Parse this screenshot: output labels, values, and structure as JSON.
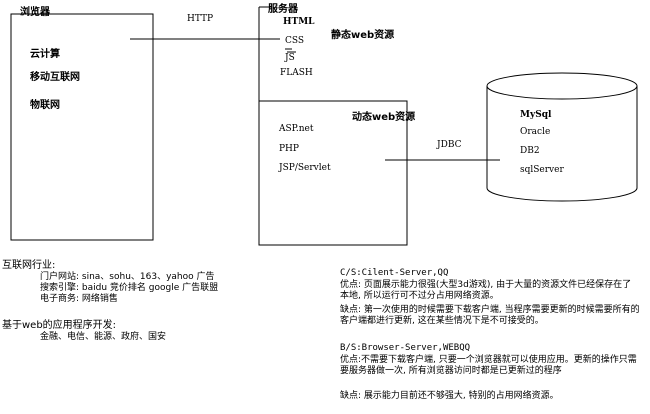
{
  "browser": {
    "title": "浏览器",
    "items": [
      "云计算",
      "移动互联网",
      "物联网"
    ]
  },
  "http_label": "HTTP",
  "server": {
    "title": "服务器",
    "static_items": [
      "HTML",
      "CSS",
      "JS",
      "FLASH"
    ],
    "static_label": "静态web资源",
    "dynamic_label": "动态web资源",
    "dynamic_items": [
      "ASP.net",
      "PHP",
      "JSP/Servlet"
    ]
  },
  "jdbc_label": "JDBC",
  "database": {
    "items": [
      "MySql",
      "Oracle",
      "DB2",
      "sqlServer"
    ]
  },
  "industry": {
    "title": "互联网行业:",
    "lines": [
      "门户网站: sina、sohu、163、yahoo  广告",
      "搜索引擎: baidu 竞价排名 google 广告联盟",
      "电子商务: 网络销售"
    ],
    "apps_title": "基于web的应用程序开发:",
    "apps_line": "金融、电信、能源、政府、国安"
  },
  "notes": {
    "cs_title": "C/S:Cilent-Server,QQ",
    "cs_adv": "优点: 页面展示能力很强(大型3d游戏), 由于大量的资源文件已经保存在了本地, 所以运行可不过分占用网络资源。",
    "cs_disadv": "缺点: 第一次使用的时候需要下载客户端, 当程序需要更新的时候需要所有的客户端都进行更新, 这在某些情况下是不可接受的。",
    "bs_title": "B/S:Browser-Server,WEBQQ",
    "bs_adv": "优点:不需要下载客户端, 只要一个浏览器就可以使用应用。更新的操作只需要服务器做一次, 所有浏览器访问时都是已更新过的程序",
    "bs_disadv": "缺点: 展示能力目前还不够强大, 特别的占用网络资源。"
  }
}
